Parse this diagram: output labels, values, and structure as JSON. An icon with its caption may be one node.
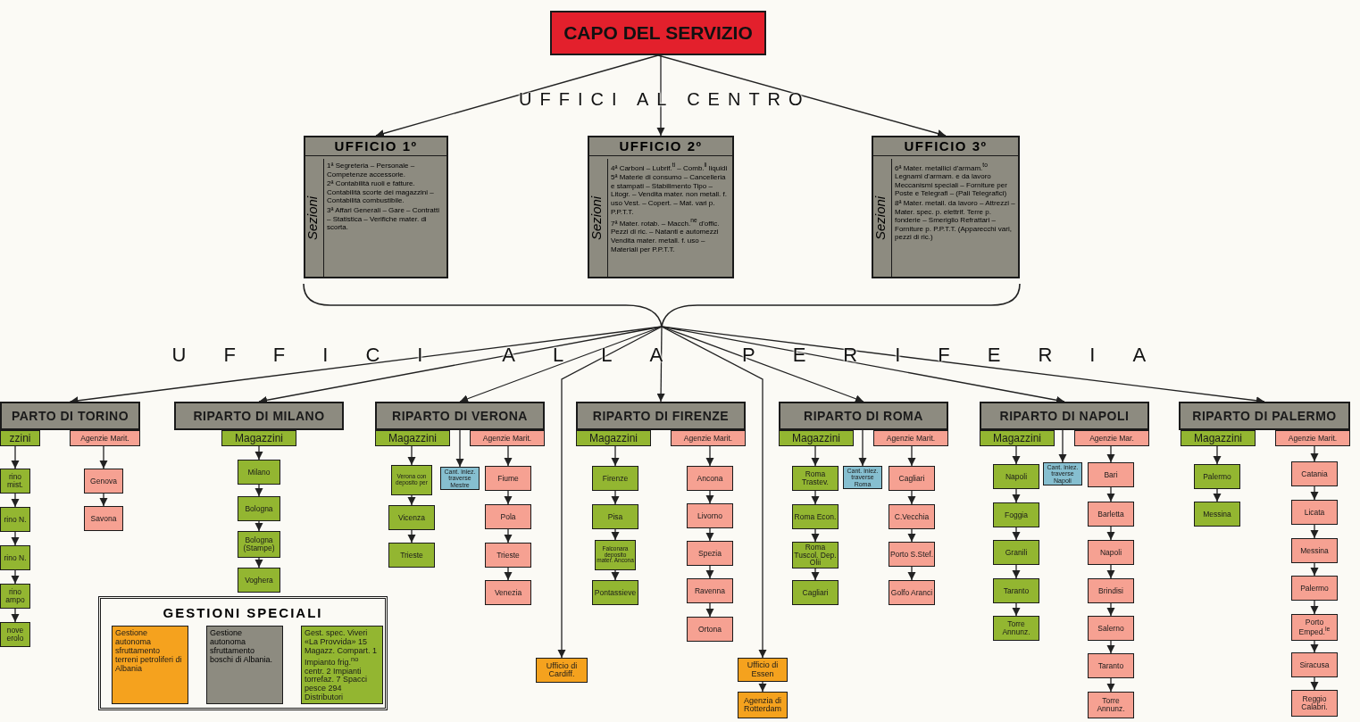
{
  "diagram": {
    "nodes": [
      {
        "text": [
          "CAPO DEL SERVIZIO"
        ]
      },
      {
        "text": [
          "UFFICIO 1º",
          "Sezioni",
          "1ª Segreteria – Personale – Competenze accessorie.",
          "2ª Contabilità ruoli e fatture. Contabilità scorte dei magazzini – Contabilità combustibile.",
          "3ª Affari Generali – Gare – Contratti – Statistica – Verifiche mater. di scorta."
        ]
      },
      {
        "text": [
          "UFFICIO 2º",
          "Sezioni",
          "4ª Carboni – Lubrif.$^{ti}$ – Comb.$^{li}$ liquidi",
          "5ª Materie di consumo – Cancelleria e stampati – Stabilimento Tipo – Litogr. – Vendita mater. non metall. f. uso Vest. – Copert. – Mat. vari p. P.P.T.T.",
          "7ª Mater. rotab. – Macch.$^{ne}$ d'offic. Pezzi di ric. – Natanti e automezzi Vendita mater. metall. f. uso – Materiali per P.P.T.T."
        ]
      },
      {
        "text": [
          "UFFICIO 3º",
          "Sezioni",
          "6ª Mater. metallici d'armam.$^{to}$ Legnami d'armam. e da lavoro Meccanismi speciali – Forniture per Poste e Telegrafi – (Pali Telegrafici)",
          "8ª Mater. metall. da lavoro – Attrezzi – Mater. spec. p. elettrif. Terre p. fonderie – Smeriglio Refrattari – Forniture p. P.P.T.T. (Apparecchi vari, pezzi di ric.)"
        ]
      },
      {
        "text": [
          "PARTO DI TORINO"
        ]
      },
      {
        "text": [
          "zzini"
        ]
      },
      {
        "text": [
          "Agenzie Marit."
        ]
      },
      {
        "text": [
          "rino mist."
        ]
      },
      {
        "text": [
          "rino N."
        ]
      },
      {
        "text": [
          "rino N."
        ]
      },
      {
        "text": [
          "rino ampo"
        ]
      },
      {
        "text": [
          "nove erolo"
        ]
      },
      {
        "text": [
          "Genova"
        ]
      },
      {
        "text": [
          "Savona"
        ]
      },
      {
        "text": [
          "RIPARTO DI MILANO"
        ]
      },
      {
        "text": [
          "Magazzini"
        ]
      },
      {
        "text": [
          "Milano"
        ]
      },
      {
        "text": [
          "Bologna"
        ]
      },
      {
        "text": [
          "Bologna (Stampe)"
        ]
      },
      {
        "text": [
          "Voghera"
        ]
      },
      {
        "text": [
          "RIPARTO DI VERONA"
        ]
      },
      {
        "text": [
          "Magazzini"
        ]
      },
      {
        "text": [
          "Agenzie Marit."
        ]
      },
      {
        "text": [
          "Verona con deposito per"
        ]
      },
      {
        "text": [
          "Vicenza"
        ]
      },
      {
        "text": [
          "Trieste"
        ]
      },
      {
        "text": [
          "Cant. iniez. traverse Mestre"
        ]
      },
      {
        "text": [
          "Fiume"
        ]
      },
      {
        "text": [
          "Pola"
        ]
      },
      {
        "text": [
          "Trieste"
        ]
      },
      {
        "text": [
          "Venezia"
        ]
      },
      {
        "text": [
          "RIPARTO DI FIRENZE"
        ]
      },
      {
        "text": [
          "Magazzini"
        ]
      },
      {
        "text": [
          "Agenzie Marit."
        ]
      },
      {
        "text": [
          "Firenze"
        ]
      },
      {
        "text": [
          "Pisa"
        ]
      },
      {
        "text": [
          "Falconara deposito mater. Ancona"
        ]
      },
      {
        "text": [
          "Pontassieve"
        ]
      },
      {
        "text": [
          "Ancona"
        ]
      },
      {
        "text": [
          "Livorno"
        ]
      },
      {
        "text": [
          "Spezia"
        ]
      },
      {
        "text": [
          "Ravenna"
        ]
      },
      {
        "text": [
          "Ortona"
        ]
      },
      {
        "text": [
          "Ufficio di Cardiff."
        ]
      },
      {
        "text": [
          "Ufficio di Essen"
        ]
      },
      {
        "text": [
          "Agenzia di Rotterdam"
        ]
      },
      {
        "text": [
          "RIPARTO DI ROMA"
        ]
      },
      {
        "text": [
          "Magazzini"
        ]
      },
      {
        "text": [
          "Agenzie Marit."
        ]
      },
      {
        "text": [
          "Roma Trastev."
        ]
      },
      {
        "text": [
          "Roma Econ."
        ]
      },
      {
        "text": [
          "Roma Tuscol. Dep. Olii"
        ]
      },
      {
        "text": [
          "Cagliari"
        ]
      },
      {
        "text": [
          "Cant. iniez. traverse Roma"
        ]
      },
      {
        "text": [
          "Cagliari"
        ]
      },
      {
        "text": [
          "C.Vecchia"
        ]
      },
      {
        "text": [
          "Porto S.Stef."
        ]
      },
      {
        "text": [
          "Golfo Aranci"
        ]
      },
      {
        "text": [
          "RIPARTO DI NAPOLI"
        ]
      },
      {
        "text": [
          "Magazzini"
        ]
      },
      {
        "text": [
          "Agenzie Mar."
        ]
      },
      {
        "text": [
          "Napoli"
        ]
      },
      {
        "text": [
          "Foggia"
        ]
      },
      {
        "text": [
          "Granili"
        ]
      },
      {
        "text": [
          "Taranto"
        ]
      },
      {
        "text": [
          "Torre Annunz."
        ]
      },
      {
        "text": [
          "Cant. iniez. traverse Napoli"
        ]
      },
      {
        "text": [
          "Bari"
        ]
      },
      {
        "text": [
          "Barletta"
        ]
      },
      {
        "text": [
          "Napoli"
        ]
      },
      {
        "text": [
          "Brindisi"
        ]
      },
      {
        "text": [
          "Salerno"
        ]
      },
      {
        "text": [
          "Taranto"
        ]
      },
      {
        "text": [
          "Torre Annunz."
        ]
      },
      {
        "text": [
          "RIPARTO DI PALERMO"
        ]
      },
      {
        "text": [
          "Magazzini"
        ]
      },
      {
        "text": [
          "Agenzie Marit."
        ]
      },
      {
        "text": [
          "Palermo"
        ]
      },
      {
        "text": [
          "Messina"
        ]
      },
      {
        "text": [
          "Catania"
        ]
      },
      {
        "text": [
          "Licata"
        ]
      },
      {
        "text": [
          "Messina"
        ]
      },
      {
        "text": [
          "Palermo"
        ]
      },
      {
        "text": [
          "Porto Emped.$^{le}$"
        ]
      },
      {
        "text": [
          "Siracusa"
        ]
      },
      {
        "text": [
          "Reggio Calabri."
        ]
      },
      {
        "text": [
          "GESTIONI SPECIALI"
        ]
      },
      {
        "text": [
          "Gestione autonoma sfruttamento terreni petroliferi di Albania"
        ],
        "in": 86
      },
      {
        "text": [
          "Gestione autonoma sfruttamento boschi di Albania."
        ],
        "in": 86
      },
      {
        "text": [
          "Gest. spec. Viveri «La Provvida» 15 Magazz. Compart. 1 Impianto frig.$^{no}$ centr. 2 Impianti torrefaz. 7 Spacci pesce 294 Distributori"
        ],
        "in": 86
      },
      {
        "text": [],
        "shape": "brace"
      }
    ],
    "edges": [
      {
        "from": 0,
        "to": 1,
        "arrow": "to"
      },
      {
        "from": 0,
        "to": 2,
        "arrow": "to"
      },
      {
        "from": 0,
        "to": 3,
        "arrow": "to"
      },
      {
        "from": 90,
        "to": 4,
        "arrow": "to"
      },
      {
        "from": 90,
        "to": 14,
        "arrow": "to"
      },
      {
        "from": 90,
        "to": 20,
        "arrow": "to"
      },
      {
        "from": 90,
        "to": 43,
        "arrow": "to"
      },
      {
        "from": 90,
        "to": 31,
        "arrow": "to"
      },
      {
        "from": 90,
        "to": 44,
        "arrow": "to"
      },
      {
        "from": 90,
        "to": 46,
        "arrow": "to"
      },
      {
        "from": 90,
        "to": 58,
        "arrow": "to"
      },
      {
        "from": 90,
        "to": 74,
        "arrow": "to"
      },
      {
        "from": 5,
        "to": 7,
        "arrow": "to"
      },
      {
        "from": 7,
        "to": 8,
        "arrow": "to"
      },
      {
        "from": 8,
        "to": 9,
        "arrow": "to"
      },
      {
        "from": 9,
        "to": 10,
        "arrow": "to"
      },
      {
        "from": 10,
        "to": 11,
        "arrow": "to"
      },
      {
        "from": 6,
        "to": 12,
        "arrow": "to"
      },
      {
        "from": 12,
        "to": 13,
        "arrow": "to"
      },
      {
        "from": 15,
        "to": 16,
        "arrow": "to"
      },
      {
        "from": 16,
        "to": 17,
        "arrow": "to"
      },
      {
        "from": 17,
        "to": 18,
        "arrow": "to"
      },
      {
        "from": 18,
        "to": 19,
        "arrow": "to"
      },
      {
        "from": 21,
        "to": 23,
        "arrow": "to"
      },
      {
        "from": 23,
        "to": 24,
        "arrow": "to"
      },
      {
        "from": 24,
        "to": 25,
        "arrow": "to"
      },
      {
        "from": 20,
        "to": 26,
        "arrow": "to"
      },
      {
        "from": 22,
        "to": 27,
        "arrow": "to"
      },
      {
        "from": 27,
        "to": 28,
        "arrow": "to"
      },
      {
        "from": 28,
        "to": 29,
        "arrow": "to"
      },
      {
        "from": 29,
        "to": 30,
        "arrow": "to"
      },
      {
        "from": 32,
        "to": 34,
        "arrow": "to"
      },
      {
        "from": 34,
        "to": 35,
        "arrow": "to"
      },
      {
        "from": 35,
        "to": 36,
        "arrow": "to"
      },
      {
        "from": 36,
        "to": 37,
        "arrow": "to"
      },
      {
        "from": 33,
        "to": 38,
        "arrow": "to"
      },
      {
        "from": 38,
        "to": 39,
        "arrow": "to"
      },
      {
        "from": 39,
        "to": 40,
        "arrow": "to"
      },
      {
        "from": 40,
        "to": 41,
        "arrow": "to"
      },
      {
        "from": 41,
        "to": 42,
        "arrow": "to"
      },
      {
        "from": 44,
        "to": 45,
        "arrow": "to"
      },
      {
        "from": 47,
        "to": 49,
        "arrow": "to"
      },
      {
        "from": 49,
        "to": 50,
        "arrow": "to"
      },
      {
        "from": 50,
        "to": 51,
        "arrow": "to"
      },
      {
        "from": 51,
        "to": 52,
        "arrow": "to"
      },
      {
        "from": 46,
        "to": 53,
        "arrow": "to"
      },
      {
        "from": 48,
        "to": 54,
        "arrow": "to"
      },
      {
        "from": 54,
        "to": 55,
        "arrow": "to"
      },
      {
        "from": 55,
        "to": 56,
        "arrow": "to"
      },
      {
        "from": 56,
        "to": 57,
        "arrow": "to"
      },
      {
        "from": 59,
        "to": 61,
        "arrow": "to"
      },
      {
        "from": 61,
        "to": 62,
        "arrow": "to"
      },
      {
        "from": 62,
        "to": 63,
        "arrow": "to"
      },
      {
        "from": 63,
        "to": 64,
        "arrow": "to"
      },
      {
        "from": 64,
        "to": 65,
        "arrow": "to"
      },
      {
        "from": 58,
        "to": 66,
        "arrow": "to"
      },
      {
        "from": 60,
        "to": 67,
        "arrow": "to"
      },
      {
        "from": 67,
        "to": 68,
        "arrow": "to"
      },
      {
        "from": 68,
        "to": 69,
        "arrow": "to"
      },
      {
        "from": 69,
        "to": 70,
        "arrow": "to"
      },
      {
        "from": 70,
        "to": 71,
        "arrow": "to"
      },
      {
        "from": 71,
        "to": 72,
        "arrow": "to"
      },
      {
        "from": 72,
        "to": 73,
        "arrow": "to"
      },
      {
        "from": 75,
        "to": 77,
        "arrow": "to"
      },
      {
        "from": 77,
        "to": 78,
        "arrow": "to"
      },
      {
        "from": 76,
        "to": 79,
        "arrow": "to"
      },
      {
        "from": 79,
        "to": 80,
        "arrow": "to"
      },
      {
        "from": 80,
        "to": 81,
        "arrow": "to"
      },
      {
        "from": 81,
        "to": 82,
        "arrow": "to"
      },
      {
        "from": 82,
        "to": 83,
        "arrow": "to"
      },
      {
        "from": 83,
        "to": 84,
        "arrow": "to"
      },
      {
        "from": 84,
        "to": 85,
        "arrow": "to"
      }
    ],
    "labels": [
      "UFFICI AL CENTRO",
      "UFFICI ALLA PERIFERIA"
    ]
  }
}
